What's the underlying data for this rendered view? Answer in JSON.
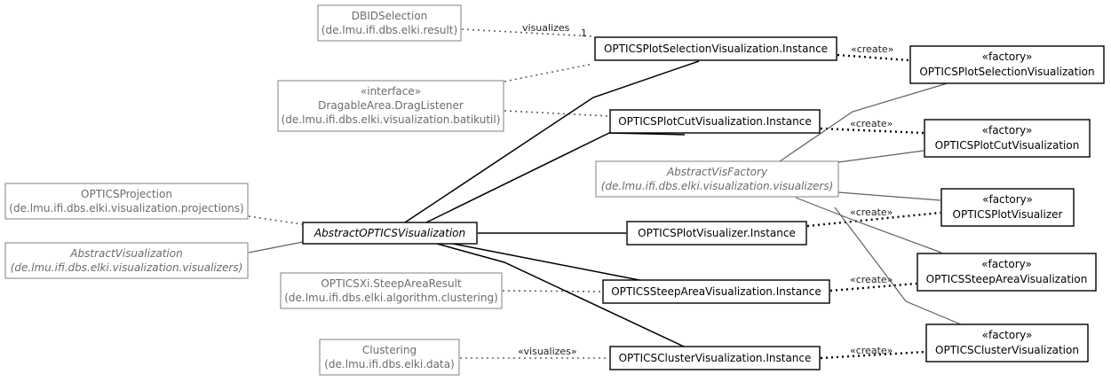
{
  "nodes": {
    "dbid_selection": {
      "lines": [
        "DBIDSelection",
        "(de.lmu.ifi.dbs.elki.result)"
      ]
    },
    "drag_listener": {
      "lines": [
        "«interface»",
        "DragableArea.DragListener",
        "(de.lmu.ifi.dbs.elki.visualization.batikutil)"
      ]
    },
    "optics_projection": {
      "lines": [
        "OPTICSProjection",
        "(de.lmu.ifi.dbs.elki.visualization.projections)"
      ]
    },
    "abstract_visualization": {
      "lines": [
        "AbstractVisualization",
        "(de.lmu.ifi.dbs.elki.visualization.visualizers)"
      ]
    },
    "steep_area_result": {
      "lines": [
        "OPTICSXi.SteepAreaResult",
        "(de.lmu.ifi.dbs.elki.algorithm.clustering)"
      ]
    },
    "clustering": {
      "lines": [
        "Clustering",
        "(de.lmu.ifi.dbs.elki.data)"
      ]
    },
    "abstract_optics_vis": {
      "lines": [
        "AbstractOPTICSVisualization"
      ]
    },
    "abstract_vis_factory": {
      "lines": [
        "AbstractVisFactory",
        "(de.lmu.ifi.dbs.elki.visualization.visualizers)"
      ]
    },
    "selection_instance": {
      "lines": [
        "OPTICSPlotSelectionVisualization.Instance"
      ]
    },
    "cut_instance": {
      "lines": [
        "OPTICSPlotCutVisualization.Instance"
      ]
    },
    "plot_instance": {
      "lines": [
        "OPTICSPlotVisualizer.Instance"
      ]
    },
    "steep_instance": {
      "lines": [
        "OPTICSSteepAreaVisualization.Instance"
      ]
    },
    "cluster_instance": {
      "lines": [
        "OPTICSClusterVisualization.Instance"
      ]
    },
    "selection_factory": {
      "lines": [
        "«factory»",
        "OPTICSPlotSelectionVisualization"
      ]
    },
    "cut_factory": {
      "lines": [
        "«factory»",
        "OPTICSPlotCutVisualization"
      ]
    },
    "plot_factory": {
      "lines": [
        "«factory»",
        "OPTICSPlotVisualizer"
      ]
    },
    "steep_factory": {
      "lines": [
        "«factory»",
        "OPTICSSteepAreaVisualization"
      ]
    },
    "cluster_factory": {
      "lines": [
        "«factory»",
        "OPTICSClusterVisualization"
      ]
    }
  },
  "edge_labels": {
    "visualizes_selection": "visualizes",
    "multiplicity_one": "1",
    "visualizes_clustering": "«visualizes»",
    "create_selection": "«create»",
    "create_cut": "«create»",
    "create_plot": "«create»",
    "create_steep": "«create»",
    "create_cluster": "«create»"
  }
}
